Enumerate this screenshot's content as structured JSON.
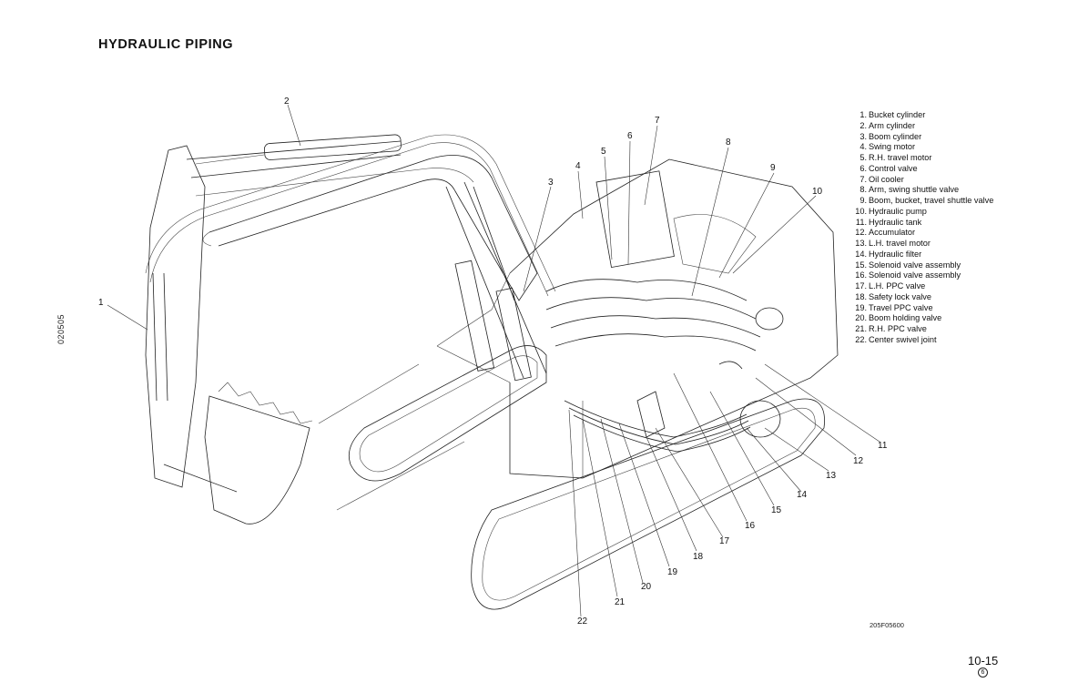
{
  "page": {
    "title": "HYDRAULIC PIPING",
    "side_code": "020505",
    "drawing_code": "205F05600",
    "page_number": "10-15",
    "revision": "6"
  },
  "legend": [
    {
      "num": "1.",
      "label": "Bucket cylinder"
    },
    {
      "num": "2.",
      "label": "Arm cylinder"
    },
    {
      "num": "3.",
      "label": "Boom cylinder"
    },
    {
      "num": "4.",
      "label": "Swing motor"
    },
    {
      "num": "5.",
      "label": "R.H. travel motor"
    },
    {
      "num": "6.",
      "label": "Control valve"
    },
    {
      "num": "7.",
      "label": "Oil cooler"
    },
    {
      "num": "8.",
      "label": "Arm, swing shuttle valve"
    },
    {
      "num": "9.",
      "label": "Boom, bucket, travel shuttle valve"
    },
    {
      "num": "10.",
      "label": "Hydraulic pump"
    },
    {
      "num": "11.",
      "label": "Hydraulic tank"
    },
    {
      "num": "12.",
      "label": "Accumulator"
    },
    {
      "num": "13.",
      "label": "L.H. travel motor"
    },
    {
      "num": "14.",
      "label": "Hydraulic filter"
    },
    {
      "num": "15.",
      "label": "Solenoid valve assembly"
    },
    {
      "num": "16.",
      "label": "Solenoid valve assembly"
    },
    {
      "num": "17.",
      "label": "L.H. PPC valve"
    },
    {
      "num": "18.",
      "label": "Safety lock valve"
    },
    {
      "num": "19.",
      "label": "Travel PPC valve"
    },
    {
      "num": "20.",
      "label": "Boom holding valve"
    },
    {
      "num": "21.",
      "label": "R.H. PPC valve"
    },
    {
      "num": "22.",
      "label": "Center swivel joint"
    }
  ],
  "callouts": [
    "1",
    "2",
    "3",
    "4",
    "5",
    "6",
    "7",
    "8",
    "9",
    "10",
    "11",
    "12",
    "13",
    "14",
    "15",
    "16",
    "17",
    "18",
    "19",
    "20",
    "21",
    "22"
  ]
}
